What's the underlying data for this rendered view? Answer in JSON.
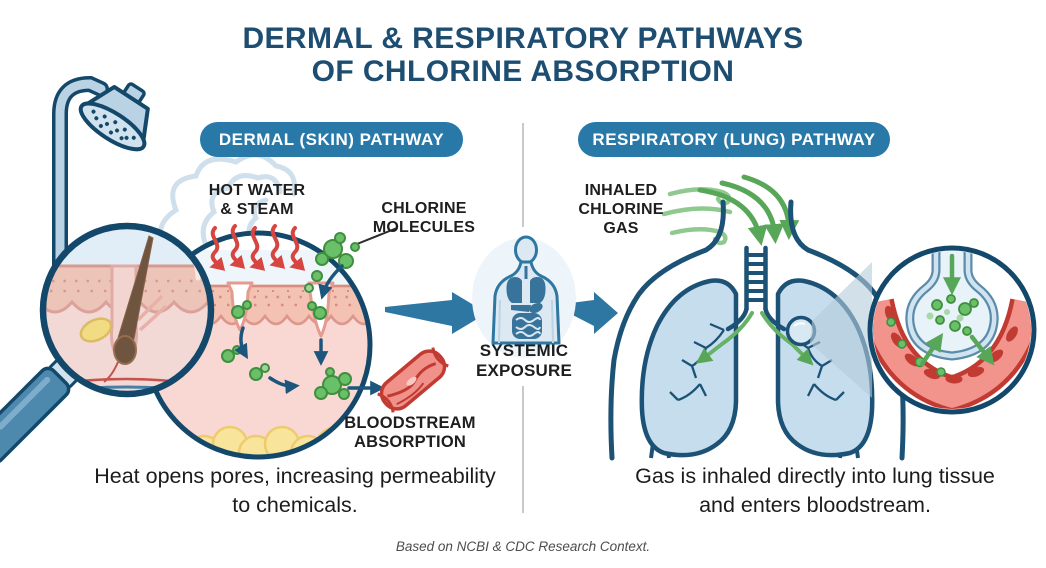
{
  "title": {
    "line1": "DERMAL & RESPIRATORY PATHWAYS",
    "line2": "OF CHLORINE ABSORPTION"
  },
  "dermal": {
    "badge": "DERMAL (SKIN) PATHWAY",
    "hot_water_label": [
      "HOT WATER",
      "& STEAM"
    ],
    "chlorine_label": [
      "CHLORINE",
      "MOLECULES"
    ],
    "bloodstream_label": [
      "BLOODSTREAM",
      "ABSORPTION"
    ],
    "caption": "Heat opens pores, increasing permeability to chemicals."
  },
  "systemic": {
    "label": [
      "SYSTEMIC",
      "EXPOSURE"
    ]
  },
  "respiratory": {
    "badge": "RESPIRATORY (LUNG) PATHWAY",
    "inhaled_label": [
      "INHALED",
      "CHLORINE",
      "GAS"
    ],
    "caption": "Gas is inhaled directly into lung tissue and enters bloodstream."
  },
  "footer": "Based on NCBI & CDC Research Context.",
  "colors": {
    "title_blue": "#1d4d70",
    "badge_blue": "#2878a8",
    "outline_blue": "#14486b",
    "arrow_blue": "#2e77a3",
    "heat_red": "#d6453f",
    "molecule_green": "#6abf69",
    "gas_green": "#58a758",
    "skin_pink": "#f4c2b2",
    "dermis_pink": "#f9d7d2",
    "fat_yellow": "#f8e49b",
    "vessel_red": "#ef8e86",
    "divider_gray": "#c9c9c9"
  }
}
